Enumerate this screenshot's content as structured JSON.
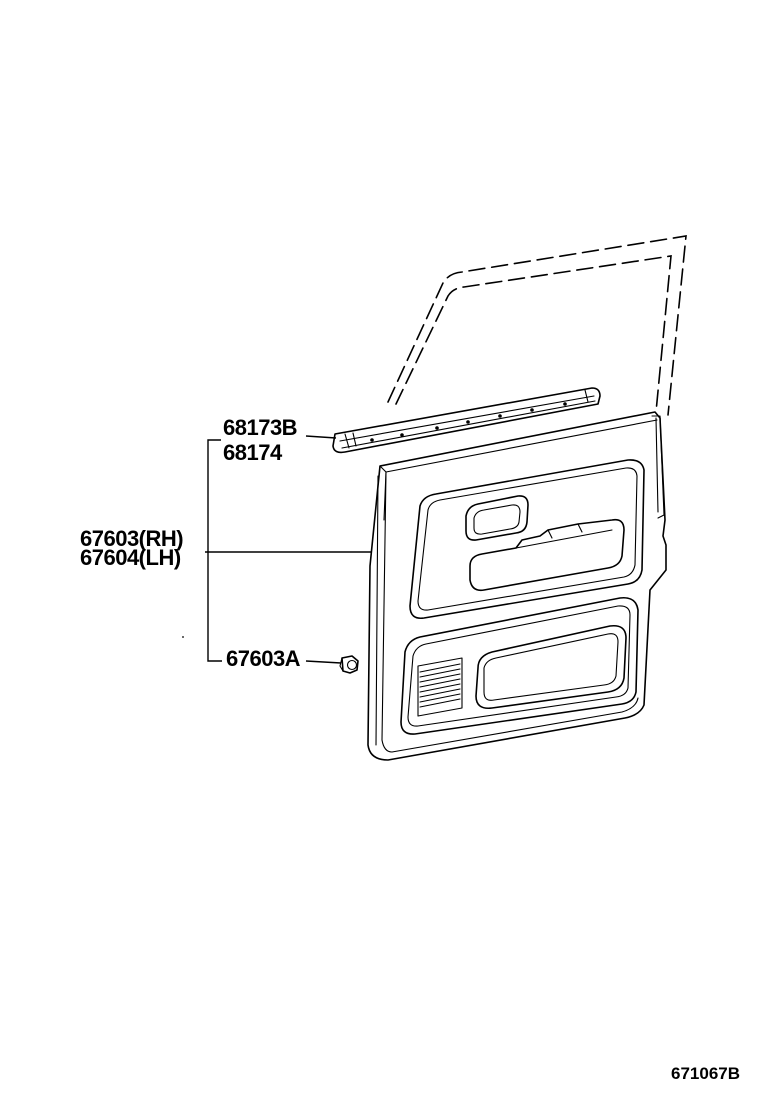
{
  "parts": {
    "p68173b": "68173B",
    "p68174": "68174",
    "p67603rh": "67603(RH)",
    "p67604lh": "67604(LH)",
    "p67603a": "67603A"
  },
  "figure_number": "671067B"
}
